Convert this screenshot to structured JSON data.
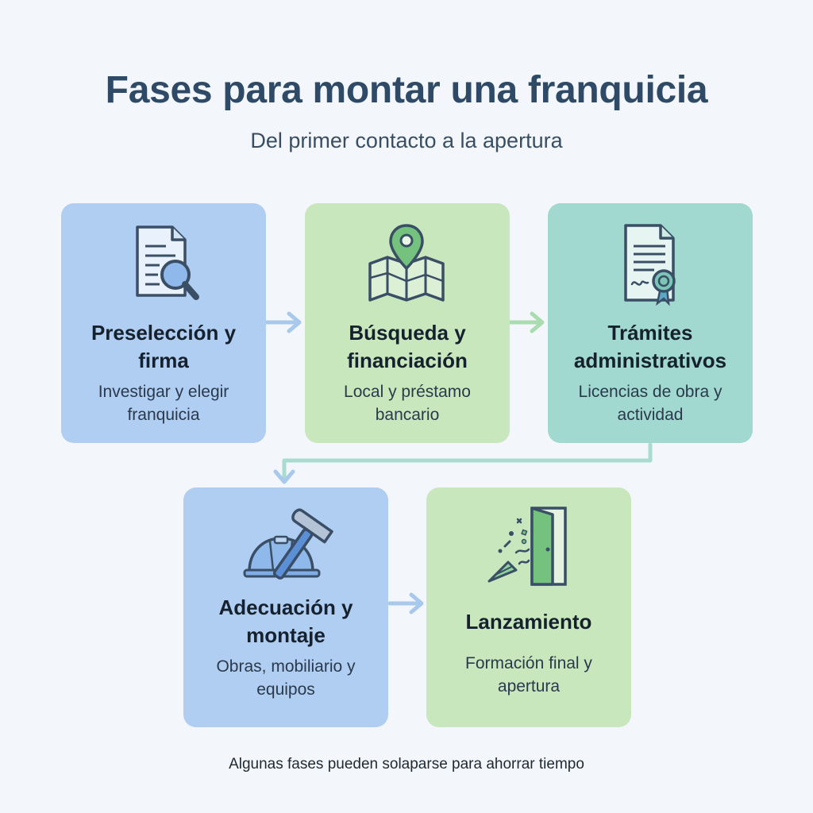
{
  "header": {
    "title": "Fases para montar una franquicia",
    "subtitle": "Del primer contacto a la apertura"
  },
  "phases": [
    {
      "label": "Preselección y firma",
      "desc": "Investigar y elegir franquicia",
      "icon": "document-search-icon",
      "color": "#b0cdf2"
    },
    {
      "label": "Búsqueda y financiación",
      "desc": "Local y préstamo bancario",
      "icon": "map-pin-icon",
      "color": "#c8e7bd"
    },
    {
      "label": "Trámites administrativos",
      "desc": "Licencias de obra y actividad",
      "icon": "certificate-icon",
      "color": "#a1d8cf"
    },
    {
      "label": "Adecuación y montaje",
      "desc": "Obras, mobiliario y equipos",
      "icon": "hardhat-hammer-icon",
      "color": "#b0cdf2"
    },
    {
      "label": "Lanzamiento",
      "desc": "Formación final y apertura",
      "icon": "door-confetti-icon",
      "color": "#c8e7bd"
    }
  ],
  "footnote": "Algunas fases pueden solaparse para ahorrar tiempo",
  "colors": {
    "title": "#2e4a66",
    "arrow_blue": "#a9c9ec",
    "arrow_green": "#a9dcae",
    "icon_stroke": "#3a4f66",
    "icon_blue_fill": "#7faee6",
    "icon_green_fill": "#74c27e"
  }
}
